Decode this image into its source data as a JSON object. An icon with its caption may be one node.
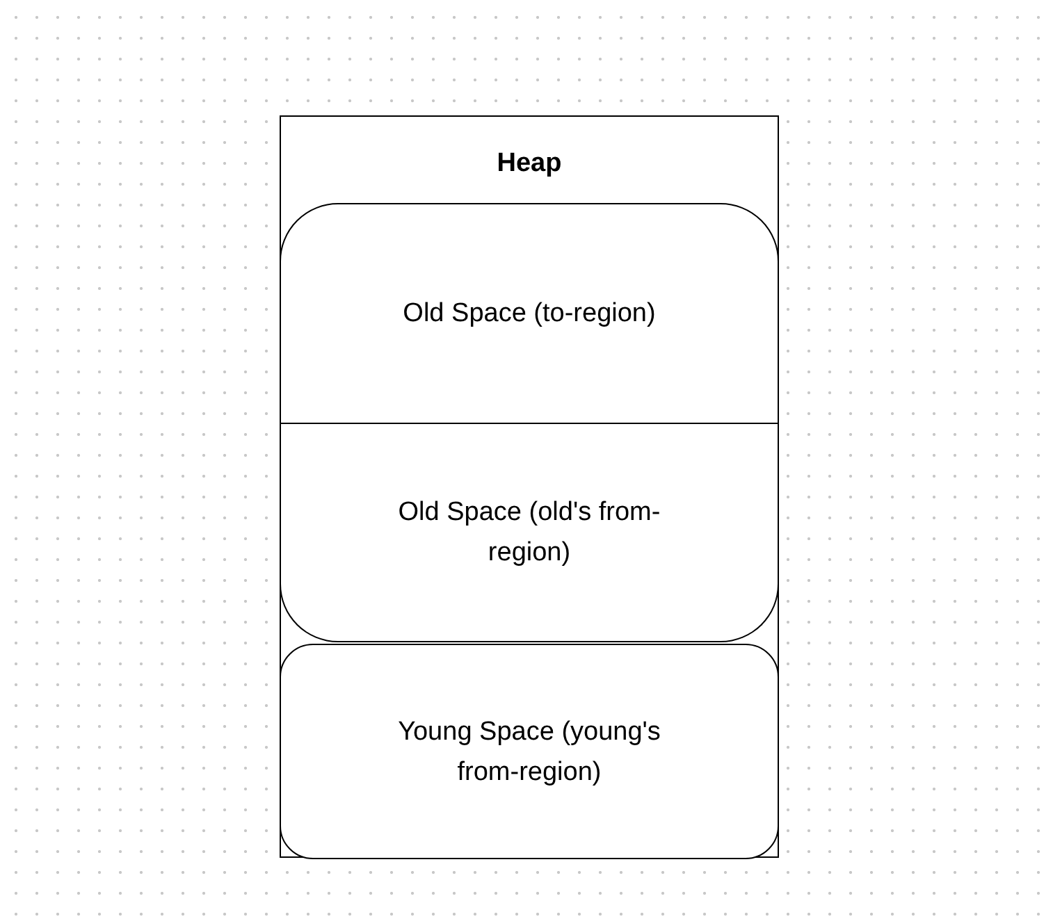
{
  "diagram": {
    "nodes": [
      {
        "text": [
          "Heap"
        ]
      },
      {
        "text": [
          "Old Space (to-region)"
        ],
        "in": 0
      },
      {
        "text": [
          "Old Space (old's from-region)"
        ],
        "in": 0
      },
      {
        "text": [
          "Young Space (young's from-region)"
        ],
        "in": 0
      }
    ]
  }
}
